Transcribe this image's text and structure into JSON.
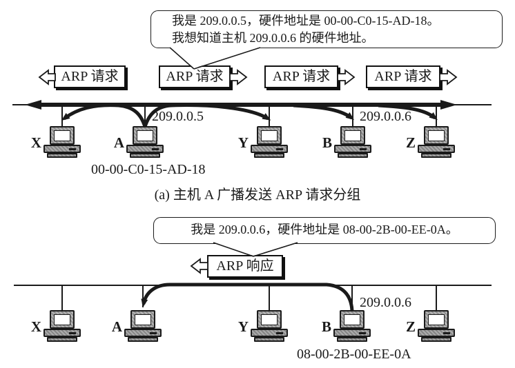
{
  "page": {
    "background": "#ffffff",
    "ink": "#1a1a1a",
    "computer_gray": "#9a9a9a"
  },
  "diagram_a": {
    "bubble": {
      "line1": "我是 209.0.0.5，硬件地址是 00-00-C0-15-AD-18。",
      "line2": "我想知道主机 209.0.0.6 的硬件地址。"
    },
    "arp_boxes": [
      {
        "label": "ARP 请求"
      },
      {
        "label": "ARP 请求"
      },
      {
        "label": "ARP 请求"
      },
      {
        "label": "ARP 请求"
      }
    ],
    "hosts": [
      {
        "label": "X"
      },
      {
        "label": "A"
      },
      {
        "label": "Y"
      },
      {
        "label": "B"
      },
      {
        "label": "Z"
      }
    ],
    "labels": {
      "ip_a": "209.0.0.5",
      "ip_b": "209.0.0.6",
      "mac_a": "00-00-C0-15-AD-18"
    },
    "caption": "(a) 主机 A 广播发送 ARP 请求分组"
  },
  "diagram_b": {
    "bubble": {
      "line1": "我是 209.0.0.6，硬件地址是 08-00-2B-00-EE-0A。"
    },
    "arp_box": {
      "label": "ARP 响应"
    },
    "hosts": [
      {
        "label": "X"
      },
      {
        "label": "A"
      },
      {
        "label": "Y"
      },
      {
        "label": "B"
      },
      {
        "label": "Z"
      }
    ],
    "labels": {
      "ip_b": "209.0.0.6",
      "mac_b": "08-00-2B-00-EE-0A"
    }
  }
}
